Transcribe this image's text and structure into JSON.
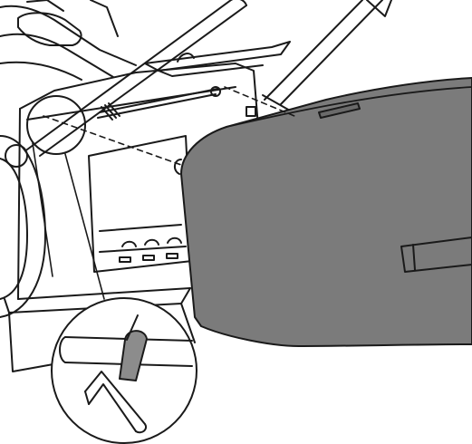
{
  "figure": {
    "subject": "grass-bag-installation",
    "colors": {
      "line": "#1a1a1a",
      "background": "#ffffff",
      "bag_fill": "#7b7b7b",
      "bag_shade": "#6a6a6a",
      "hook_fill": "#8c8c8c"
    },
    "components": [
      {
        "name": "mower-body",
        "icon": "mower-outline"
      },
      {
        "name": "rear-wheel",
        "icon": "wheel-outline"
      },
      {
        "name": "rear-flap",
        "icon": "flap-outline"
      },
      {
        "name": "handle-bar",
        "icon": "handle-outline"
      },
      {
        "name": "grass-bag",
        "icon": "bag-shape"
      },
      {
        "name": "detail-callout",
        "icon": "magnifier-circle"
      }
    ]
  }
}
